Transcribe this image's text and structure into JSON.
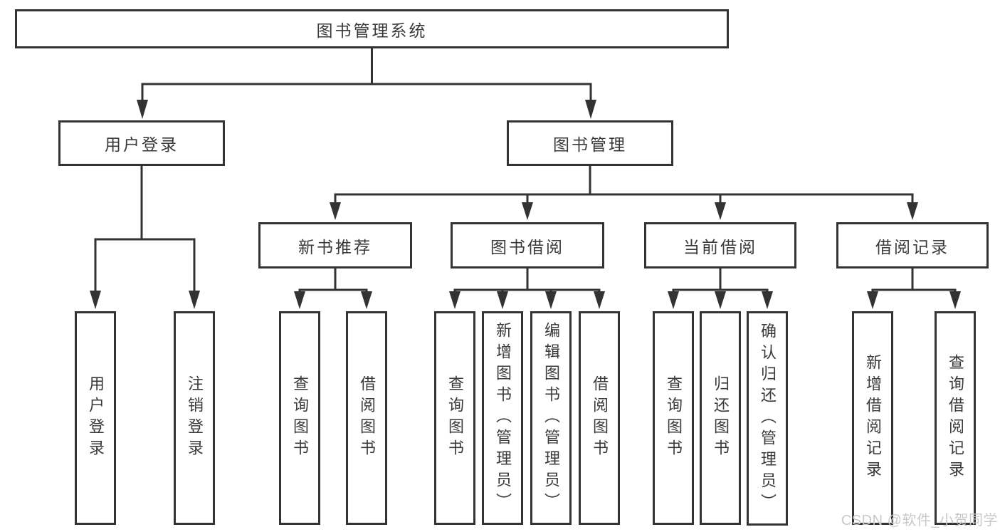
{
  "diagram": {
    "type": "hierarchy-tree",
    "tree": {
      "root": {
        "label": "图书管理系统"
      },
      "branches": [
        {
          "label": "用户登录",
          "children": [
            {
              "label": "用户登录"
            },
            {
              "label": "注销登录"
            }
          ]
        },
        {
          "label": "图书管理",
          "children": [
            {
              "label": "新书推荐",
              "children": [
                {
                  "label": "查询图书"
                },
                {
                  "label": "借阅图书"
                }
              ]
            },
            {
              "label": "图书借阅",
              "children": [
                {
                  "label": "查询图书"
                },
                {
                  "label": "新增图书（管理员）"
                },
                {
                  "label": "编辑图书（管理员）"
                },
                {
                  "label": "借阅图书"
                }
              ]
            },
            {
              "label": "当前借阅",
              "children": [
                {
                  "label": "查询图书"
                },
                {
                  "label": "归还图书"
                },
                {
                  "label": "确认归还（管理员）"
                }
              ]
            },
            {
              "label": "借阅记录",
              "children": [
                {
                  "label": "新增借阅记录"
                },
                {
                  "label": "查询借阅记录"
                }
              ]
            }
          ]
        }
      ]
    },
    "colors": {
      "line": "#333333",
      "box_border": "#333333",
      "box_fill": "#ffffff",
      "text": "#3a3a3a",
      "background": "#ffffff",
      "watermark_text": "#c9c9c9"
    }
  },
  "watermark": "CSDN @软件_小贺同学"
}
